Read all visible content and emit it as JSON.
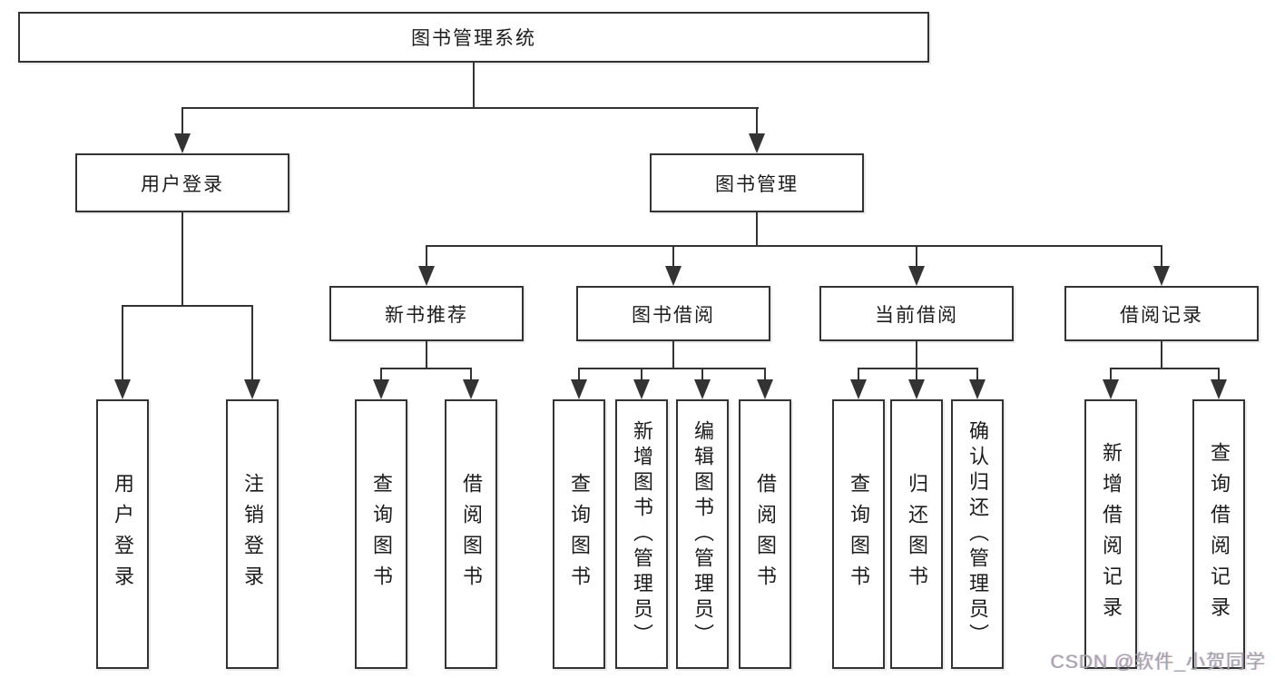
{
  "diagram": {
    "title": "图书管理系统",
    "watermark": "CSDN @软件_小贺同学",
    "colors": {
      "line": "#333333",
      "text": "#1c1c1c",
      "box_bg": "#ffffff",
      "watermark": "#a3a3ab"
    },
    "nodes": {
      "root": {
        "label": "图书管理系统"
      },
      "level1": [
        {
          "label": "用户登录"
        },
        {
          "label": "图书管理"
        }
      ],
      "level2": [
        {
          "label": "新书推荐",
          "parent": "图书管理"
        },
        {
          "label": "图书借阅",
          "parent": "图书管理"
        },
        {
          "label": "当前借阅",
          "parent": "图书管理"
        },
        {
          "label": "借阅记录",
          "parent": "图书管理"
        }
      ],
      "leaves": [
        {
          "label": "用户登录",
          "parent": "用户登录"
        },
        {
          "label": "注销登录",
          "parent": "用户登录"
        },
        {
          "label": "查询图书",
          "parent": "新书推荐"
        },
        {
          "label": "借阅图书",
          "parent": "新书推荐"
        },
        {
          "label": "查询图书",
          "parent": "图书借阅"
        },
        {
          "label": "新增图书（管理员）",
          "parent": "图书借阅"
        },
        {
          "label": "编辑图书（管理员）",
          "parent": "图书借阅"
        },
        {
          "label": "借阅图书",
          "parent": "图书借阅"
        },
        {
          "label": "查询图书",
          "parent": "当前借阅"
        },
        {
          "label": "归还图书",
          "parent": "当前借阅"
        },
        {
          "label": "确认归还（管理员）",
          "parent": "当前借阅"
        },
        {
          "label": "新增借阅记录",
          "parent": "借阅记录"
        },
        {
          "label": "查询借阅记录",
          "parent": "借阅记录"
        }
      ]
    }
  }
}
